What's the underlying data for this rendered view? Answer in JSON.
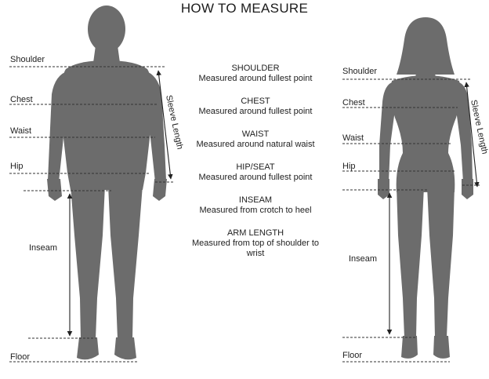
{
  "title": "HOW TO MEASURE",
  "male_labels": {
    "shoulder": "Shoulder",
    "chest": "Chest",
    "waist": "Waist",
    "hip": "Hip",
    "inseam": "Inseam",
    "floor": "Floor",
    "sleeve": "Sleeve Length"
  },
  "female_labels": {
    "shoulder": "Shoulder",
    "chest": "Chest",
    "waist": "Waist",
    "hip": "Hip",
    "inseam": "Inseam",
    "floor": "Floor",
    "sleeve": "Sleeve Length"
  },
  "instructions": [
    {
      "name": "SHOULDER",
      "desc": "Measured around fullest point"
    },
    {
      "name": "CHEST",
      "desc": "Measured around fullest point"
    },
    {
      "name": "WAIST",
      "desc": "Measured around natural waist"
    },
    {
      "name": "HIP/SEAT",
      "desc": "Measured around fullest point"
    },
    {
      "name": "INSEAM",
      "desc": "Measured from crotch to heel"
    },
    {
      "name": "ARM LENGTH",
      "desc": "Measured from top of shoulder to wrist"
    }
  ],
  "colors": {
    "silhouette": "#6c6c6c",
    "line": "#222222"
  }
}
